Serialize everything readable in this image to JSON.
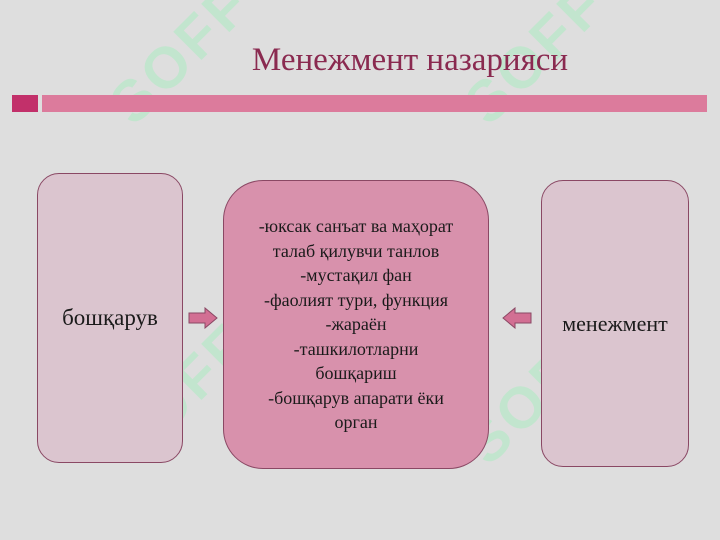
{
  "slide": {
    "title": "Менежмент назарияси",
    "left_box": "бошқарув",
    "right_box": "менежмент",
    "center_lines": [
      "-юксак санъат ва маҳорат",
      "талаб қилувчи танлов",
      "-мустақил фан",
      "-фаолият тури, функция",
      "-жараён",
      "-ташкилотларни",
      "бошқариш",
      "-бошқарув апарати ёки",
      "орган"
    ]
  },
  "watermark": {
    "text": "SOFF",
    "copies": 6
  },
  "colors": {
    "background": "#dedede",
    "title": "#8a2a50",
    "accent_square": "#c2306a",
    "accent_bar": "#dc7b9c",
    "side_box_fill": "#dbc5cf",
    "center_box_fill": "#d891ac",
    "arrow_fill": "#d26f93",
    "watermark": "#b9e8c9"
  }
}
